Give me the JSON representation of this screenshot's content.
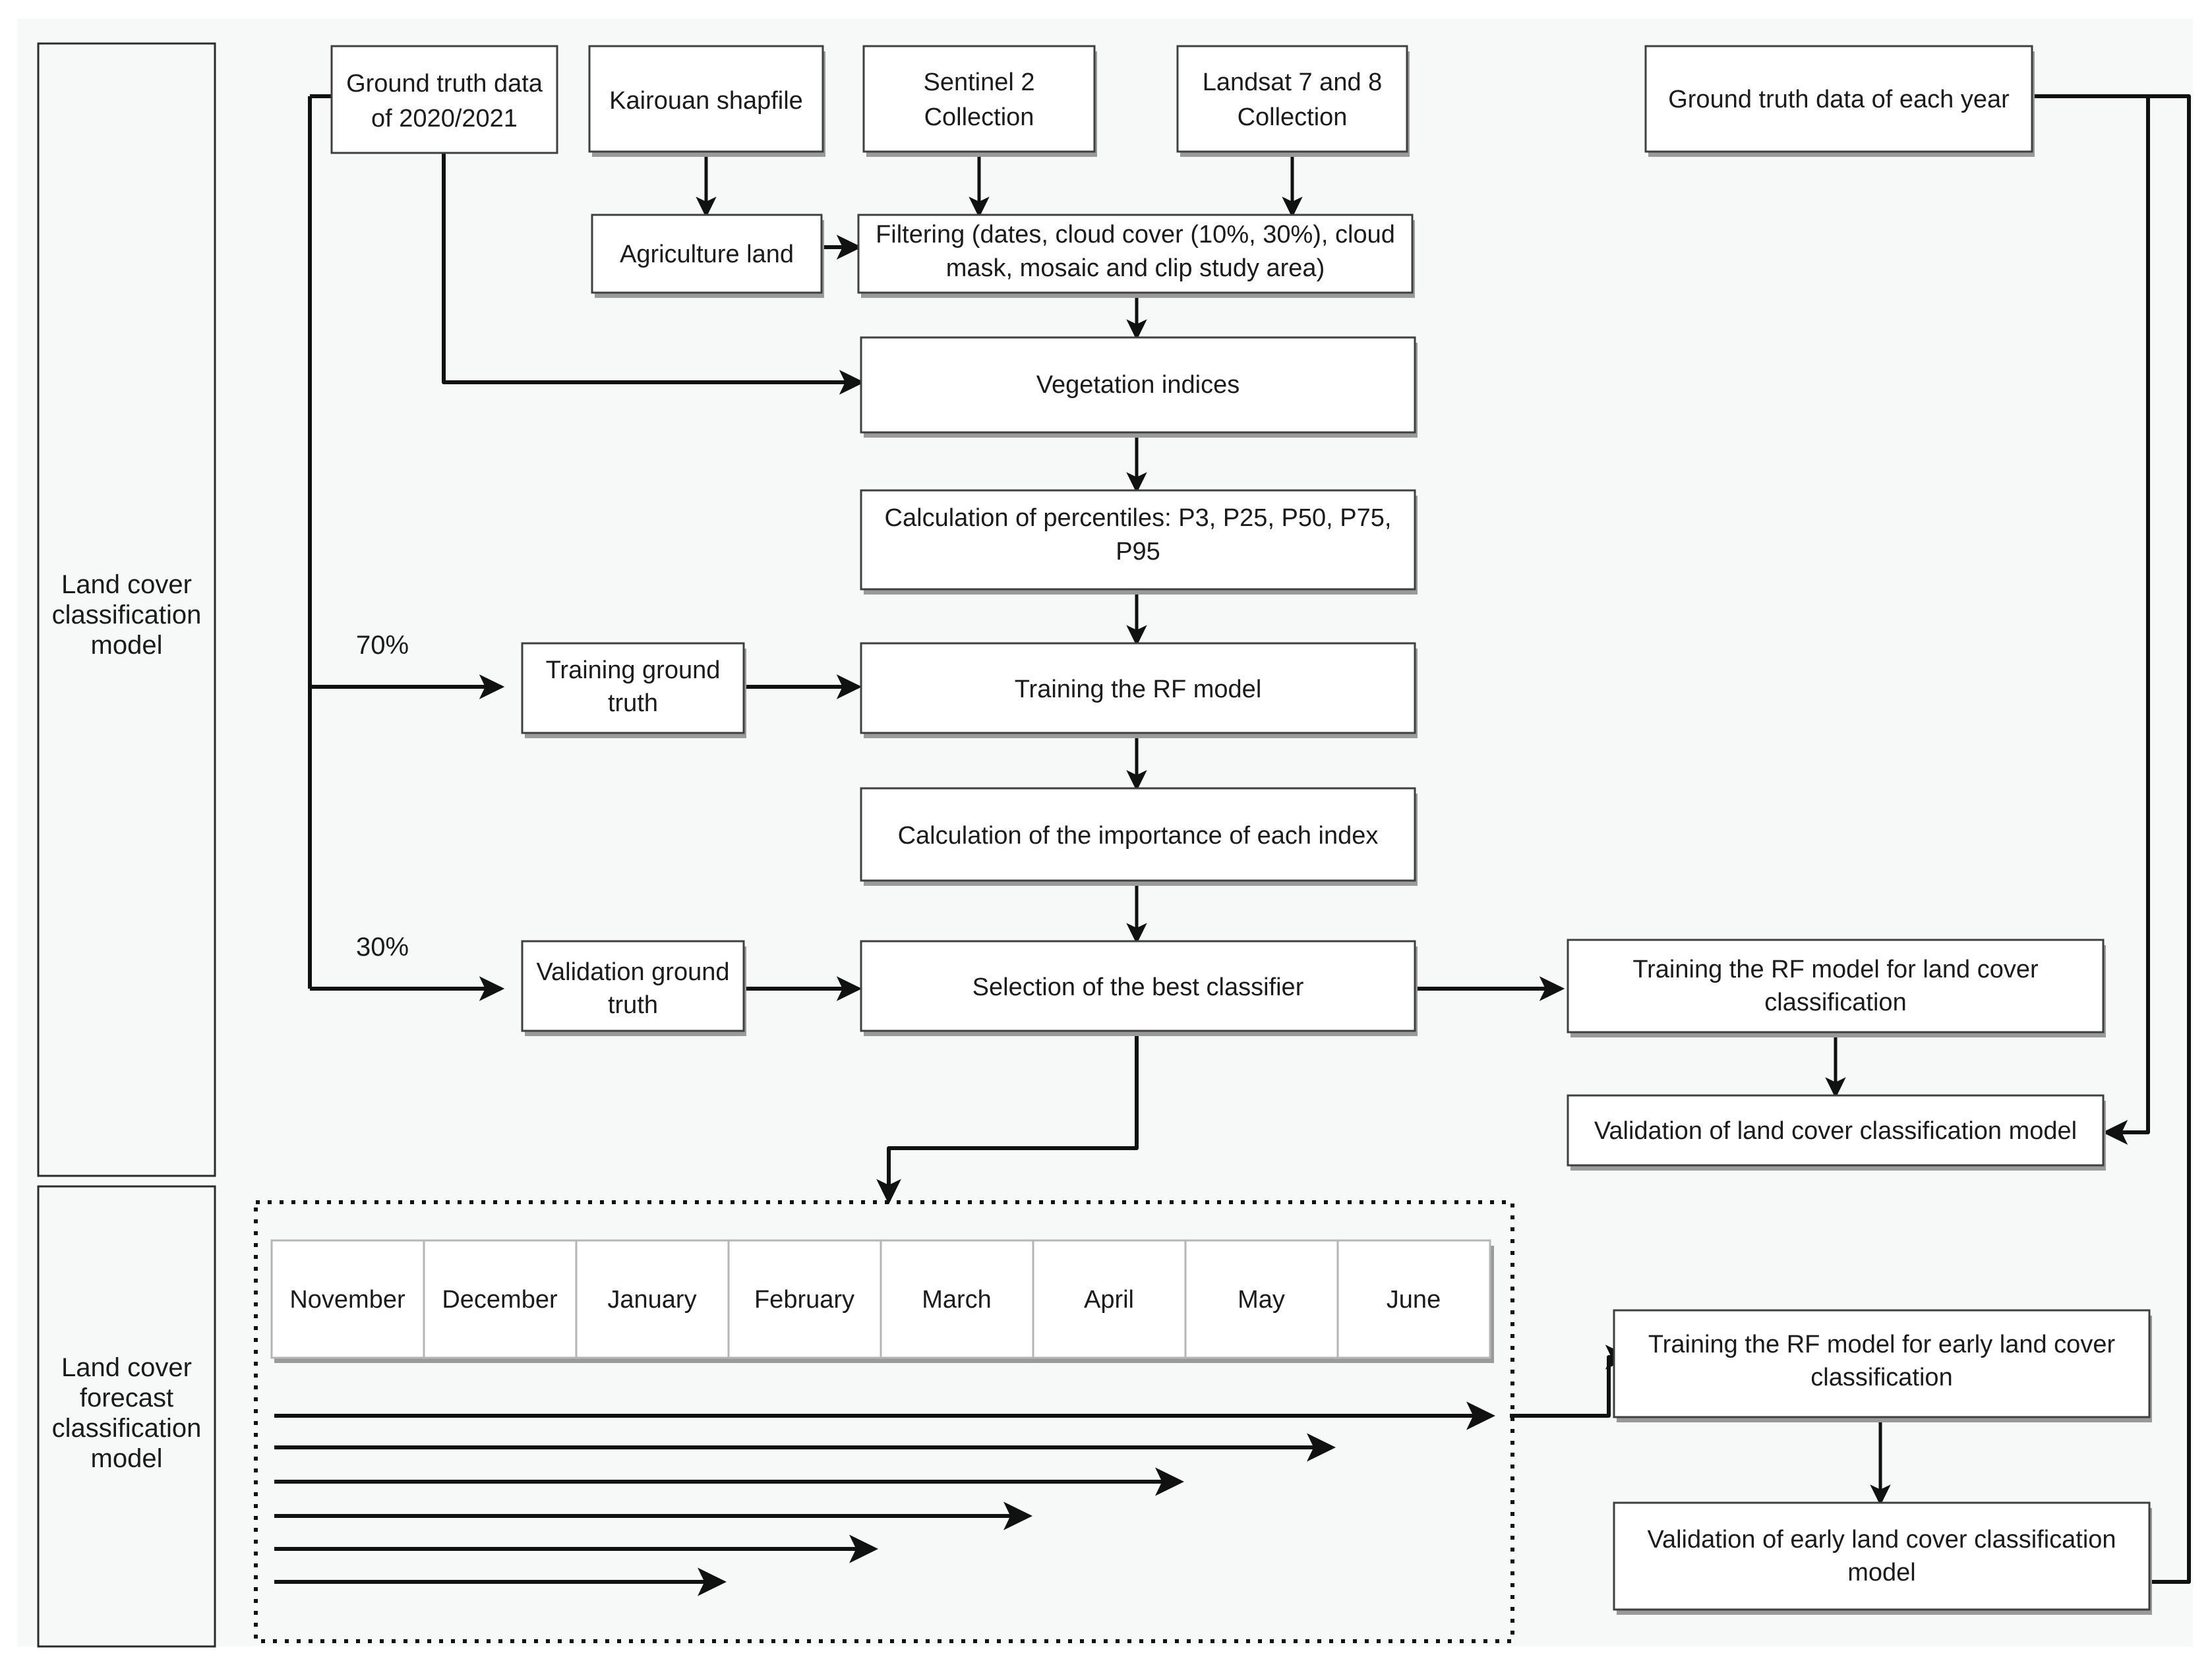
{
  "diagram": {
    "title": "Land cover classification and forecast workflow",
    "background_color": "#f7f8f8",
    "node_fill": "#ffffff",
    "node_stroke": "#3f3f3f",
    "link_color": "#111111"
  },
  "sections": [
    {
      "id": "lcc",
      "label": "Land cover\nclassification\nmodel",
      "lines": [
        "Land cover",
        "classification",
        "model"
      ]
    },
    {
      "id": "lcf",
      "label": "Land cover\nforecast\nclassification\nmodel",
      "lines": [
        "Land cover",
        "forecast",
        "classification",
        "model"
      ]
    }
  ],
  "nodes": [
    {
      "id": "gt2020",
      "lines": [
        "Ground truth data",
        "of 2020/2021"
      ]
    },
    {
      "id": "kairouan",
      "lines": [
        "Kairouan shapfile"
      ]
    },
    {
      "id": "sentinel",
      "lines": [
        "Sentinel 2",
        "Collection"
      ]
    },
    {
      "id": "landsat",
      "lines": [
        "Landsat 7 and 8",
        "Collection"
      ]
    },
    {
      "id": "gtyear",
      "lines": [
        "Ground truth data of each year"
      ]
    },
    {
      "id": "agriland",
      "lines": [
        "Agriculture land"
      ]
    },
    {
      "id": "filtering",
      "lines": [
        "Filtering (dates, cloud cover (10%, 30%), cloud",
        "mask, mosaic and clip study area)"
      ]
    },
    {
      "id": "vegidx",
      "lines": [
        "Vegetation indices"
      ]
    },
    {
      "id": "percentile",
      "lines": [
        "Calculation of percentiles: P3, P25, P50, P75,",
        "P95"
      ]
    },
    {
      "id": "traingt",
      "lines": [
        "Training ground",
        "truth"
      ]
    },
    {
      "id": "trainrf",
      "lines": [
        "Training the RF model"
      ]
    },
    {
      "id": "importance",
      "lines": [
        "Calculation of the importance of each index"
      ]
    },
    {
      "id": "validgt",
      "lines": [
        "Validation ground",
        "truth"
      ]
    },
    {
      "id": "bestclf",
      "lines": [
        "Selection of the best classifier"
      ]
    },
    {
      "id": "trainlc",
      "lines": [
        "Training the RF model for land cover",
        "classification"
      ]
    },
    {
      "id": "validlc",
      "lines": [
        "Validation of land cover classification model"
      ]
    },
    {
      "id": "trainearly",
      "lines": [
        "Training the RF model for early land cover",
        "classification"
      ]
    },
    {
      "id": "validearly",
      "lines": [
        "Validation of early land cover classification",
        "model"
      ]
    }
  ],
  "edge_labels": [
    {
      "id": "split-train",
      "text": "70%"
    },
    {
      "id": "split-valid",
      "text": "30%"
    }
  ],
  "months": [
    "November",
    "December",
    "January",
    "February",
    "March",
    "April",
    "May",
    "June"
  ],
  "forecast_arrows": {
    "count": 6,
    "description": "six horizontal arrows of decreasing length, one per cumulative month window"
  }
}
